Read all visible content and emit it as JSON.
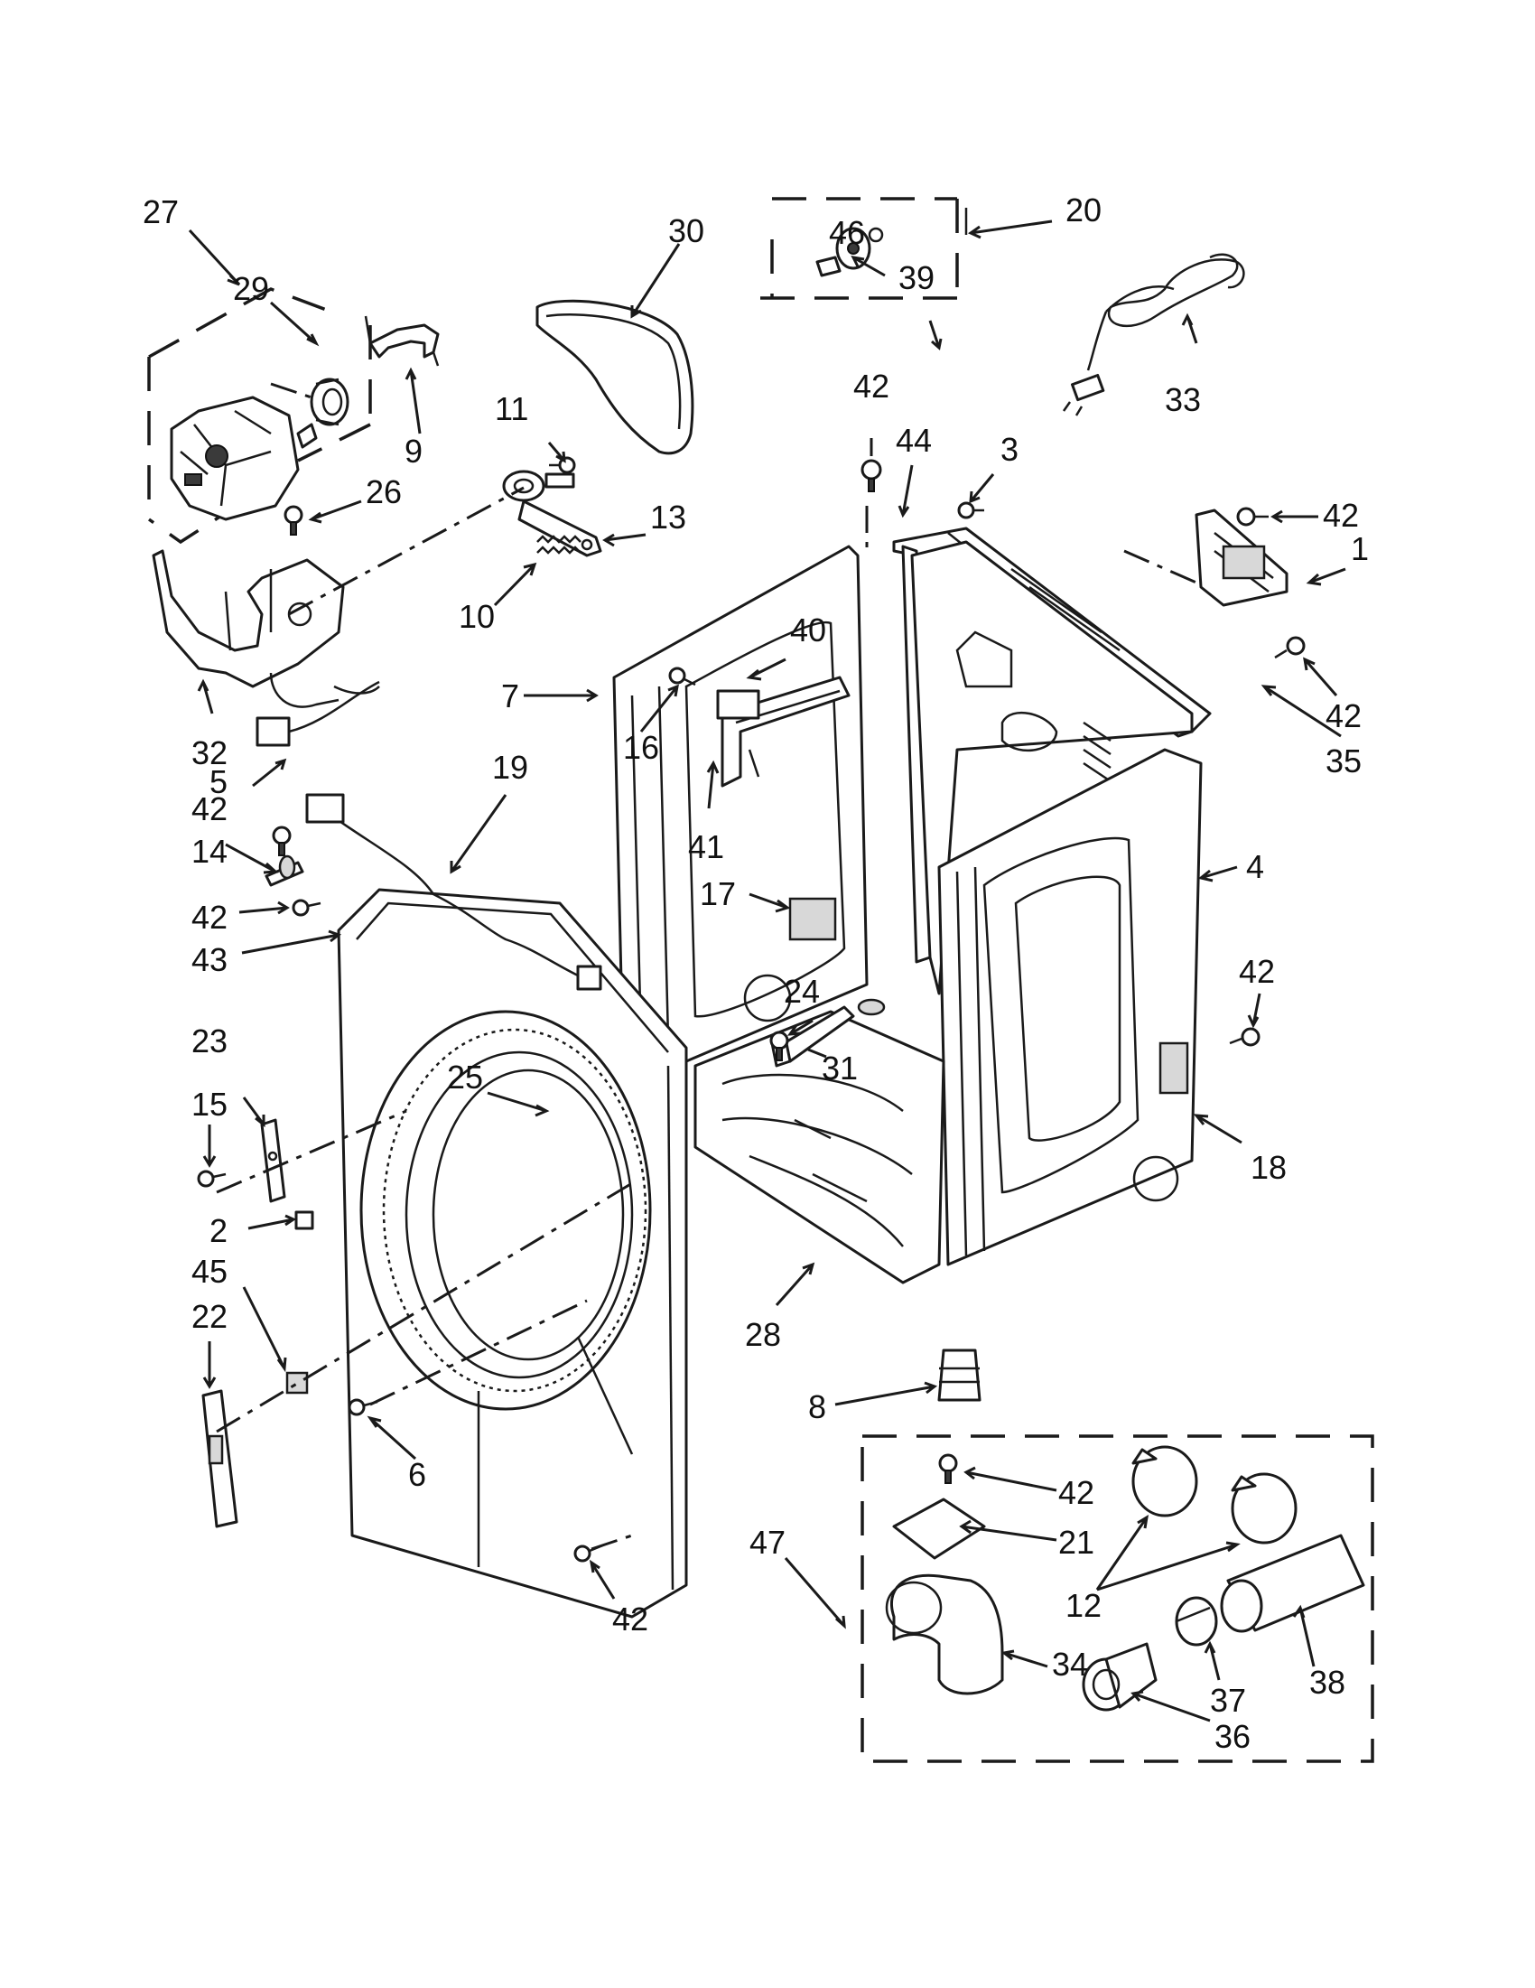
{
  "callouts": [
    {
      "id": "c27",
      "text": "27"
    },
    {
      "id": "c29",
      "text": "29"
    },
    {
      "id": "c9",
      "text": "9"
    },
    {
      "id": "c26",
      "text": "26"
    },
    {
      "id": "c32",
      "text": "32"
    },
    {
      "id": "c5",
      "text": "5"
    },
    {
      "id": "c30",
      "text": "30"
    },
    {
      "id": "c11",
      "text": "11"
    },
    {
      "id": "c13",
      "text": "13"
    },
    {
      "id": "c10",
      "text": "10"
    },
    {
      "id": "c20",
      "text": "20"
    },
    {
      "id": "c46",
      "text": "46"
    },
    {
      "id": "c39",
      "text": "39"
    },
    {
      "id": "c33",
      "text": "33"
    },
    {
      "id": "c42a",
      "text": "42"
    },
    {
      "id": "c44",
      "text": "44"
    },
    {
      "id": "c3",
      "text": "3"
    },
    {
      "id": "c42b",
      "text": "42"
    },
    {
      "id": "c1",
      "text": "1"
    },
    {
      "id": "c42c",
      "text": "42"
    },
    {
      "id": "c35",
      "text": "35"
    },
    {
      "id": "c7",
      "text": "7"
    },
    {
      "id": "c16",
      "text": "16"
    },
    {
      "id": "c40",
      "text": "40"
    },
    {
      "id": "c41",
      "text": "41"
    },
    {
      "id": "c17",
      "text": "17"
    },
    {
      "id": "c19",
      "text": "19"
    },
    {
      "id": "c42d",
      "text": "42"
    },
    {
      "id": "c14",
      "text": "14"
    },
    {
      "id": "c42e",
      "text": "42"
    },
    {
      "id": "c43",
      "text": "43"
    },
    {
      "id": "c4",
      "text": "4"
    },
    {
      "id": "c42f",
      "text": "42"
    },
    {
      "id": "c24",
      "text": "24"
    },
    {
      "id": "c31",
      "text": "31"
    },
    {
      "id": "c18",
      "text": "18"
    },
    {
      "id": "c23",
      "text": "23"
    },
    {
      "id": "c15",
      "text": "15"
    },
    {
      "id": "c25",
      "text": "25"
    },
    {
      "id": "c2",
      "text": "2"
    },
    {
      "id": "c45",
      "text": "45"
    },
    {
      "id": "c22",
      "text": "22"
    },
    {
      "id": "c28",
      "text": "28"
    },
    {
      "id": "c8",
      "text": "8"
    },
    {
      "id": "c6",
      "text": "6"
    },
    {
      "id": "c42g",
      "text": "42"
    },
    {
      "id": "c42h",
      "text": "42"
    },
    {
      "id": "c21",
      "text": "21"
    },
    {
      "id": "c12",
      "text": "12"
    },
    {
      "id": "c47",
      "text": "47"
    },
    {
      "id": "c34",
      "text": "34"
    },
    {
      "id": "c37",
      "text": "37"
    },
    {
      "id": "c38",
      "text": "38"
    },
    {
      "id": "c36",
      "text": "36"
    }
  ]
}
